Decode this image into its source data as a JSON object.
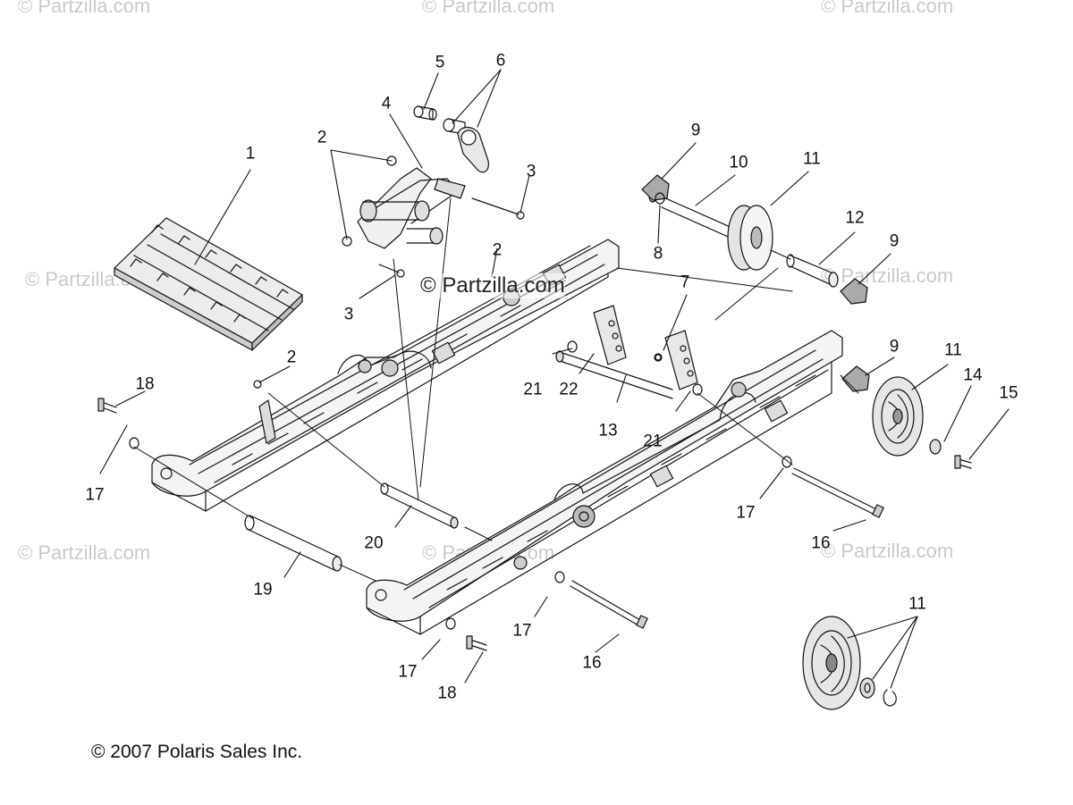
{
  "watermark": {
    "text": "© Partzilla.com",
    "center_text": "© Partzilla.com"
  },
  "callouts": [
    "1",
    "2",
    "2",
    "2",
    "3",
    "3",
    "4",
    "5",
    "6",
    "7",
    "8",
    "9",
    "9",
    "9",
    "10",
    "11",
    "11",
    "11",
    "12",
    "13",
    "14",
    "15",
    "16",
    "16",
    "17",
    "17",
    "17",
    "17",
    "18",
    "18",
    "19",
    "20",
    "21",
    "21",
    "22"
  ],
  "copyright": "© 2007 Polaris Sales Inc.",
  "colors": {
    "line": "#111111",
    "watermark": "#c9c9c9",
    "part_fill": "#f2f2f2"
  }
}
